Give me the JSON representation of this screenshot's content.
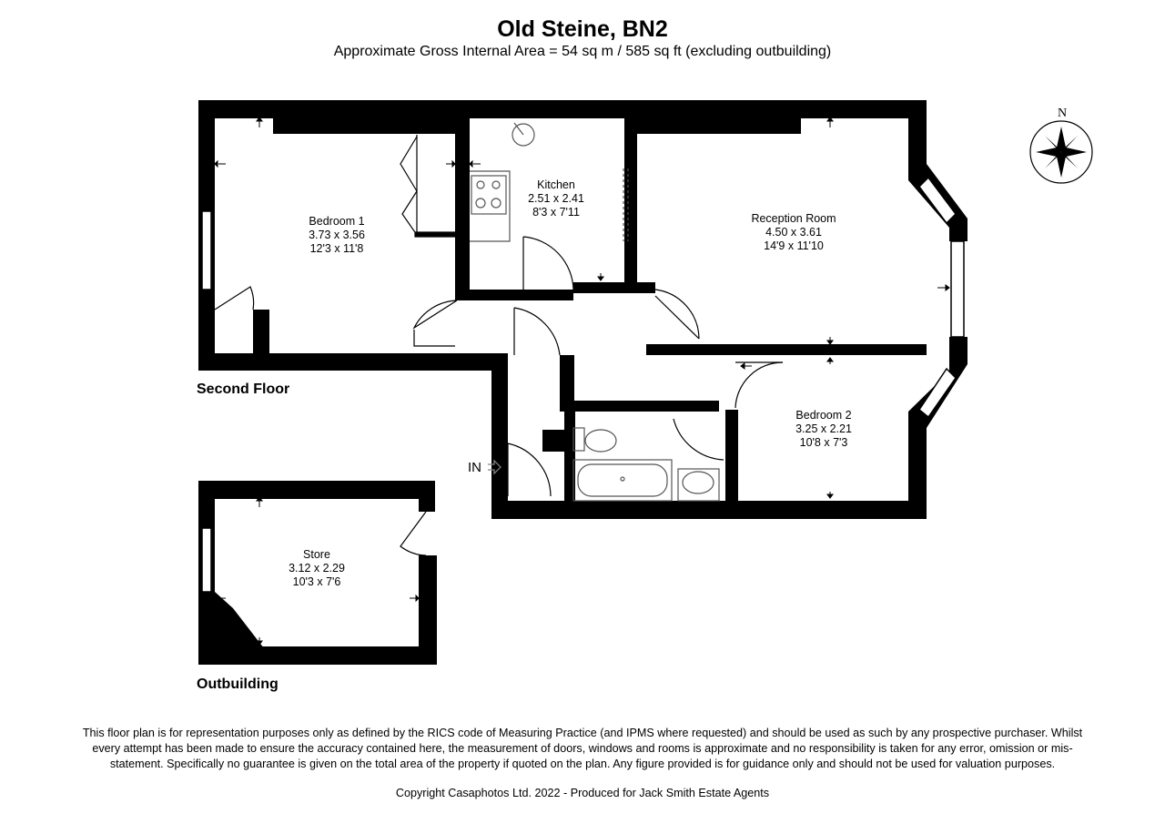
{
  "header": {
    "title": "Old Steine, BN2",
    "subtitle": "Approximate Gross Internal Area = 54 sq m / 585 sq ft (excluding outbuilding)"
  },
  "floors": {
    "second_floor": "Second Floor",
    "outbuilding": "Outbuilding"
  },
  "rooms": {
    "bedroom1": {
      "name": "Bedroom 1",
      "metric": "3.73 x 3.56",
      "imperial": "12'3 x 11'8"
    },
    "kitchen": {
      "name": "Kitchen",
      "metric": "2.51 x 2.41",
      "imperial": "8'3 x 7'11"
    },
    "reception": {
      "name": "Reception Room",
      "metric": "4.50 x 3.61",
      "imperial": "14'9 x 11'10"
    },
    "bedroom2": {
      "name": "Bedroom 2",
      "metric": "3.25 x 2.21",
      "imperial": "10'8 x 7'3"
    },
    "store": {
      "name": "Store",
      "metric": "3.12 x 2.29",
      "imperial": "10'3 x 7'6"
    }
  },
  "entrance_label": "IN",
  "compass_label": "N",
  "colors": {
    "wall": "#000000",
    "fixture": "#555555",
    "background": "#ffffff"
  },
  "footer": {
    "disclaimer": "This floor plan is for representation purposes only as defined by the RICS code of Measuring Practice (and IPMS where requested) and should be used as such by any prospective purchaser. Whilst every attempt has been made to ensure the accuracy contained here, the measurement of doors, windows and rooms is approximate and no responsibility is taken for any error, omission or mis-statement. Specifically no guarantee is given on the total area of the property if quoted on the plan. Any figure provided is for guidance only and should not be used for valuation purposes.",
    "copyright": "Copyright Casaphotos Ltd. 2022 - Produced for Jack Smith Estate Agents"
  }
}
